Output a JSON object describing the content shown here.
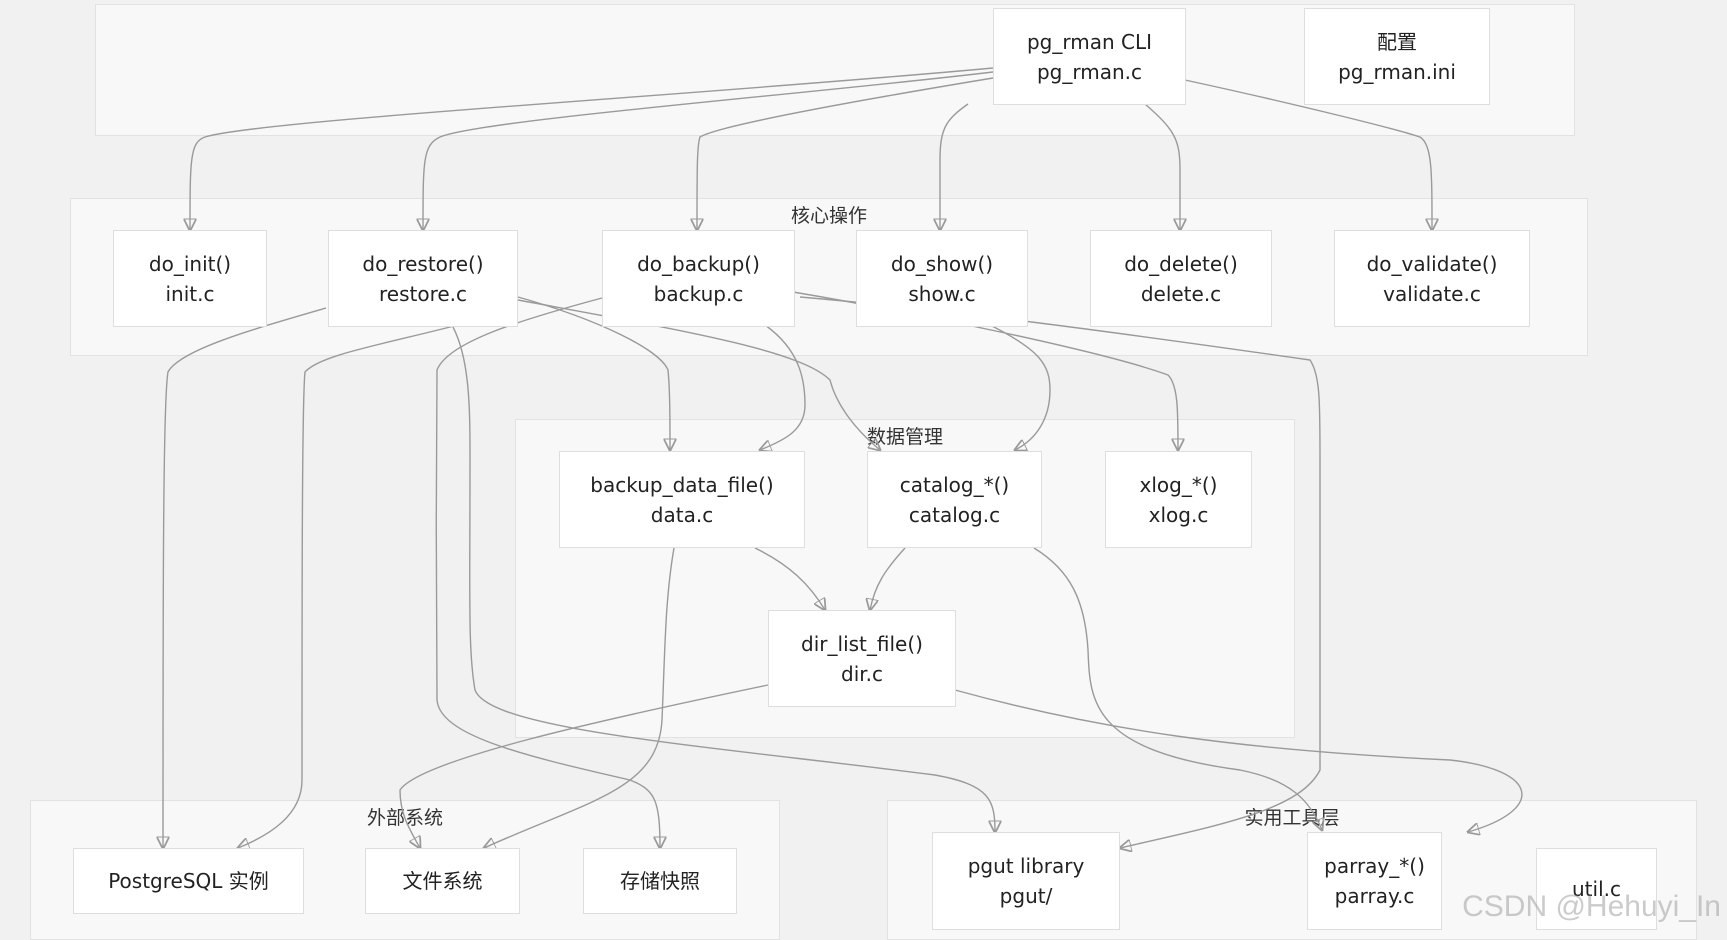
{
  "groups": {
    "top": {
      "title": ""
    },
    "core": {
      "title": "核心操作"
    },
    "data": {
      "title": "数据管理"
    },
    "external": {
      "title": "外部系统"
    },
    "util": {
      "title": "实用工具层"
    }
  },
  "nodes": {
    "cli": {
      "line1": "pg_rman CLI",
      "line2": "pg_rman.c"
    },
    "config": {
      "line1": "配置",
      "line2": "pg_rman.ini"
    },
    "init": {
      "line1": "do_init()",
      "line2": "init.c"
    },
    "restore": {
      "line1": "do_restore()",
      "line2": "restore.c"
    },
    "backup": {
      "line1": "do_backup()",
      "line2": "backup.c"
    },
    "show": {
      "line1": "do_show()",
      "line2": "show.c"
    },
    "delete": {
      "line1": "do_delete()",
      "line2": "delete.c"
    },
    "validate": {
      "line1": "do_validate()",
      "line2": "validate.c"
    },
    "backup_data_file": {
      "line1": "backup_data_file()",
      "line2": "data.c"
    },
    "catalog": {
      "line1": "catalog_*()",
      "line2": "catalog.c"
    },
    "xlog": {
      "line1": "xlog_*()",
      "line2": "xlog.c"
    },
    "dir_list": {
      "line1": "dir_list_file()",
      "line2": "dir.c"
    },
    "postgres": {
      "line1": "PostgreSQL 实例"
    },
    "filesystem": {
      "line1": "文件系统"
    },
    "snapshot": {
      "line1": "存储快照"
    },
    "pgut": {
      "line1": "pgut library",
      "line2": "pgut/"
    },
    "parray": {
      "line1": "parray_*()",
      "line2": "parray.c"
    },
    "utilc": {
      "line1": "util.c"
    }
  },
  "watermark": "CSDN @Hehuyi_In"
}
